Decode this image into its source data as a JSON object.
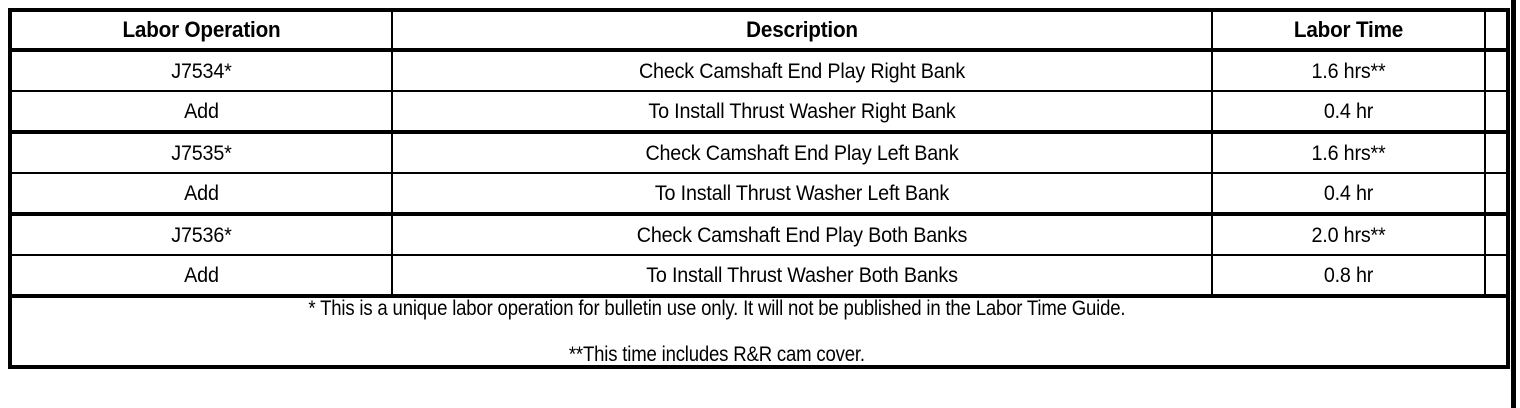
{
  "table": {
    "columns": [
      {
        "key": "labor_operation",
        "label": "Labor Operation"
      },
      {
        "key": "description",
        "label": "Description"
      },
      {
        "key": "labor_time",
        "label": "Labor Time"
      },
      {
        "key": "spacer",
        "label": ""
      }
    ],
    "rows": [
      {
        "labor_operation": "J7534*",
        "description": "Check Camshaft End Play Right Bank",
        "labor_time": "1.6 hrs**",
        "spacer": ""
      },
      {
        "labor_operation": "Add",
        "description": "To Install Thrust Washer Right Bank",
        "labor_time": "0.4 hr",
        "spacer": ""
      },
      {
        "labor_operation": "J7535*",
        "description": "Check Camshaft End Play Left Bank",
        "labor_time": "1.6 hrs**",
        "spacer": ""
      },
      {
        "labor_operation": "Add",
        "description": "To Install Thrust Washer Left Bank",
        "labor_time": "0.4 hr",
        "spacer": ""
      },
      {
        "labor_operation": "J7536*",
        "description": "Check Camshaft End Play Both Banks",
        "labor_time": "2.0 hrs**",
        "spacer": ""
      },
      {
        "labor_operation": "Add",
        "description": "To Install Thrust Washer Both Banks",
        "labor_time": "0.8 hr",
        "spacer": ""
      }
    ],
    "footnotes": [
      "* This is a unique labor operation for bulletin use only. It will not be published in the Labor Time Guide.",
      "**This time includes R&R cam cover."
    ]
  },
  "colors": {
    "rule": "#000000",
    "text": "#000000",
    "background": "#ffffff"
  }
}
